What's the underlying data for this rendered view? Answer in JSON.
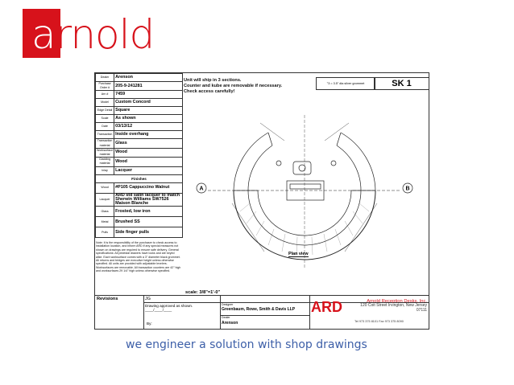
{
  "logo": {
    "wordmark_first": "a",
    "wordmark_rest": "rnold",
    "brand_color": "#d7121b"
  },
  "tagline": "we engineer a solution with shop drawings",
  "tagline_color": "#3d5fa8",
  "drawing": {
    "spec_rows": [
      {
        "key": "Dealer",
        "value": "Arenson"
      },
      {
        "key": "Purchase Order #",
        "value": "205-9-241281"
      },
      {
        "key": "Arn #",
        "value": "7459"
      },
      {
        "key": "Model",
        "value": "Custom Concord"
      },
      {
        "key": "Edge Detail",
        "value": "Square"
      },
      {
        "key": "Scale",
        "value": "As shown"
      },
      {
        "key": "Date",
        "value": "03/13/12"
      },
      {
        "key": "Transaction",
        "value": "Inside overhang"
      },
      {
        "key": "Transaction material",
        "value": "Glass"
      },
      {
        "key": "Worksurface material",
        "value": "Wood"
      },
      {
        "key": "Cladding material",
        "value": "Wood"
      },
      {
        "key": "Inlay",
        "value": "Lacquer"
      }
    ],
    "finishes_header": "Finishes",
    "finish_rows": [
      {
        "key": "Wood",
        "value": "#P105 Cappuccino Walnut"
      },
      {
        "key": "Lacquer",
        "value": "ARD std satin lacquer to match Sherwin Williams SW7526 Maison Blanche"
      },
      {
        "key": "Glass",
        "value": "Frosted, low iron"
      },
      {
        "key": "Metal",
        "value": "Brushed SS"
      },
      {
        "key": "Pulls",
        "value": "Side finger pulls"
      }
    ],
    "notes": "Note: It is the responsibility of the purchaser to check access to installation location, and inform ARD if any special measures not shown on drawings are required to ensure safe delivery. General specifications: All pedestal drawers have locks and are keyed alike. Each worksurface comes with a 3\" diameter black grommet. All returns and bridges are executive height unless otherwise specified. All units are provided with adjustable levelers. Worksurfaces are removable. All transaction counters are 42\" high and worksurfaces 29 1/4\" high unless otherwise specified.",
    "shipping_note": "Unit will ship in 3 sections.\nCounter and kube are removable if necessary.\nCheck access carefully!",
    "grommet_note": "°3 = 3.5\" dia silver grommet",
    "sheet_id": "SK 1",
    "section_marker_a": "A",
    "section_marker_b": "B",
    "view_label": "Plan view",
    "scale_label": "scale: 3/8\"=1'-0\"",
    "title_block": {
      "revisions_label": "Revisions",
      "drawn_by": "JG",
      "approval_text": "Drawing approved as shown.\n____/____/____",
      "by_label": "By:",
      "designer_label": "Designer",
      "designer": "Greenbaum, Rowe, Smith & Davis LLP",
      "dealer_label": "Dealer",
      "dealer": "Arenson",
      "ard_logo": "ARD",
      "company_name": "Arnold Reception Desks, Inc.",
      "company_address": "120 Coit Street  Irvington, New Jersey 07111",
      "company_phone": "Tel 973 375 8101   Fax 973 375 8090"
    }
  }
}
